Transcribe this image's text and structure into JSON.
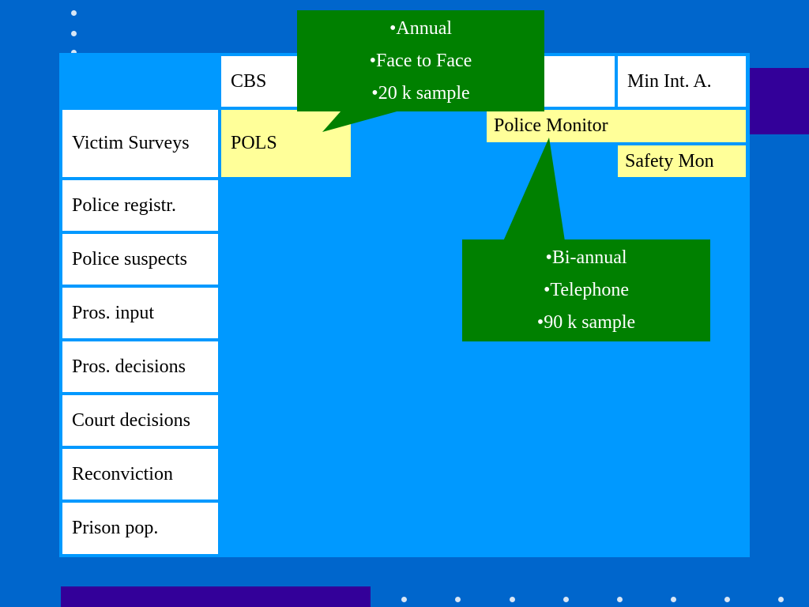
{
  "header": {
    "cbs": "CBS",
    "min_int": "Min Int. A."
  },
  "rows": [
    "Victim Surveys",
    "Police registr.",
    "Police suspects",
    "Pros. input",
    "Pros. decisions",
    "Court decisions",
    "Reconviction",
    "Prison pop."
  ],
  "surveys": {
    "pols": "POLS",
    "police_monitor": "Police Monitor",
    "safety_mon": "Safety Mon"
  },
  "callout_top": [
    "•Annual",
    "•Face to Face",
    "•20 k sample"
  ],
  "callout_bottom": [
    "•Bi-annual",
    "•Telephone",
    "•90 k sample"
  ],
  "colors": {
    "background": "#0066cc",
    "panel": "#0099ff",
    "callout": "#008000",
    "highlight": "#ffff99",
    "accent_bar": "#330099"
  }
}
